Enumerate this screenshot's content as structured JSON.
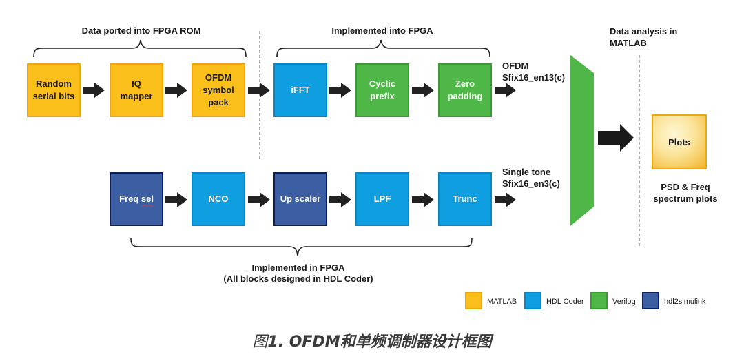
{
  "groups": {
    "rom": "Data ported into FPGA ROM",
    "fpga_top": "Implemented into FPGA",
    "matlab": "Data analysis in\nMATLAB",
    "fpga_bottom_1": "Implemented in FPGA",
    "fpga_bottom_2": "(All blocks designed in HDL Coder)"
  },
  "top_row": [
    {
      "label": "Random\nserial bits",
      "type": "MATLAB"
    },
    {
      "label": "IQ\nmapper",
      "type": "MATLAB"
    },
    {
      "label": "OFDM\nsymbol\npack",
      "type": "MATLAB"
    },
    {
      "label": "iFFT",
      "type": "HDL Coder"
    },
    {
      "label": "Cyclic\nprefix",
      "type": "Verilog"
    },
    {
      "label": "Zero\npadding",
      "type": "Verilog"
    }
  ],
  "bottom_row": [
    {
      "label_a": "Freq",
      "label_b": "sel",
      "type": "hdl2simulink"
    },
    {
      "label": "NCO",
      "type": "HDL Coder"
    },
    {
      "label": "Up scaler",
      "type": "hdl2simulink"
    },
    {
      "label": "LPF",
      "type": "HDL Coder"
    },
    {
      "label": "Trunc",
      "type": "HDL Coder"
    }
  ],
  "outputs": {
    "ofdm": "OFDM\nSfix16_en13(c)",
    "tone": "Single tone\nSfix16_en3(c)"
  },
  "plots": {
    "label": "Plots",
    "caption": "PSD & Freq\nspectrum plots"
  },
  "legend": [
    {
      "label": "MATLAB",
      "color": "#fbbf1c"
    },
    {
      "label": "HDL Coder",
      "color": "#0f9fe0"
    },
    {
      "label": "Verilog",
      "color": "#4fb748"
    },
    {
      "label": "hdl2simulink",
      "color": "#3c5ea3"
    }
  ],
  "caption": {
    "prefix": "图",
    "text": "1. OFDM和单频调制器设计框图"
  }
}
